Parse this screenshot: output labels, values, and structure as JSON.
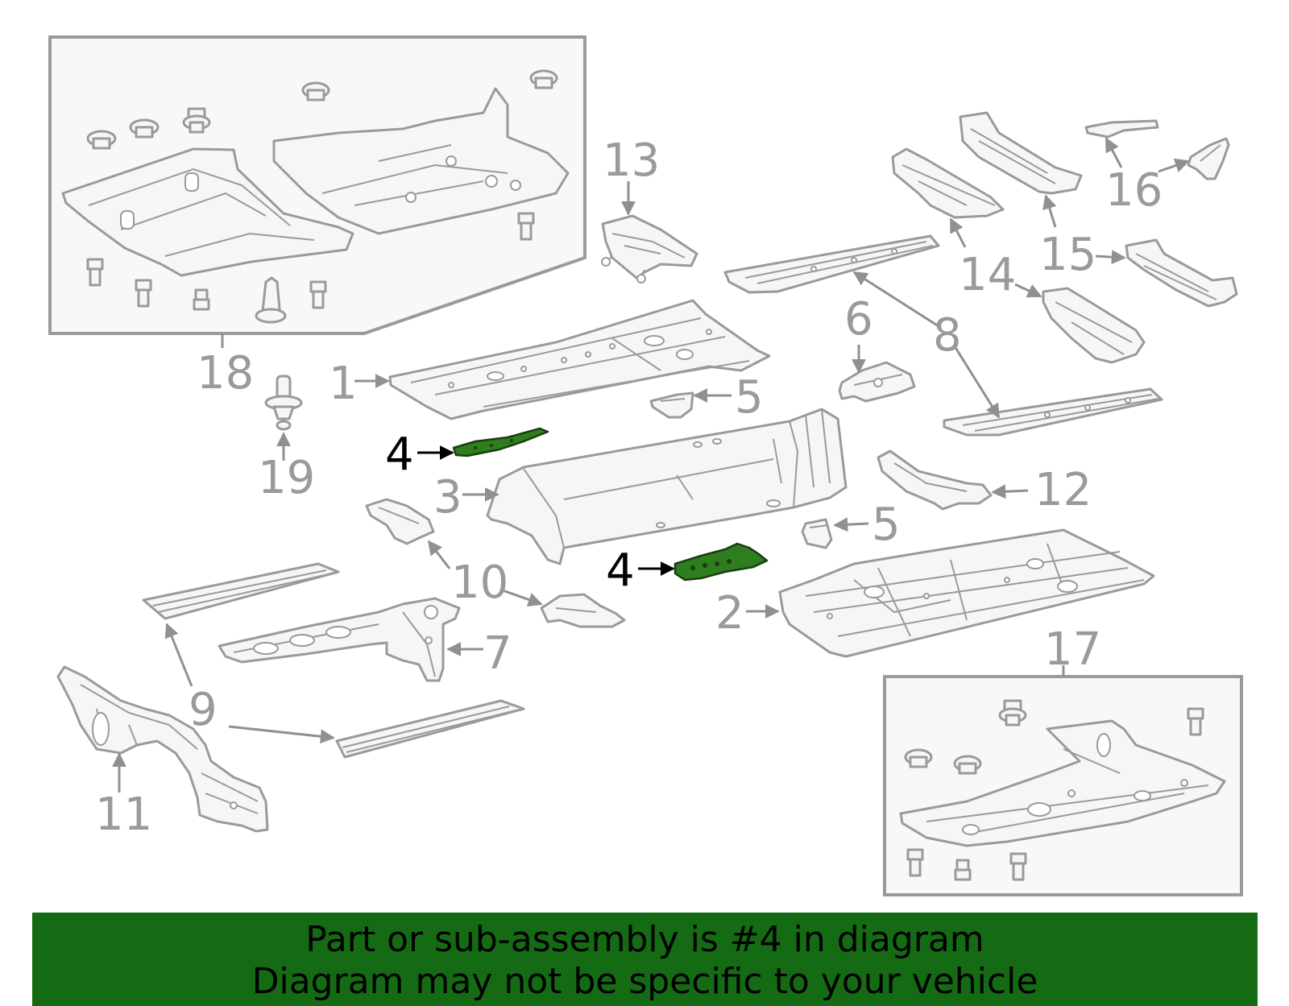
{
  "callouts": [
    "1",
    "2",
    "3",
    "4",
    "4",
    "5",
    "5",
    "6",
    "7",
    "8",
    "9",
    "9",
    "10",
    "11",
    "12",
    "13",
    "14",
    "15",
    "16",
    "17",
    "18",
    "19"
  ],
  "highlight_color": "#2e7d1e",
  "banner": {
    "color": "#146b14",
    "line1": "Part or sub-assembly is #4 in diagram",
    "line2": "Diagram may not be specific to your vehicle"
  }
}
